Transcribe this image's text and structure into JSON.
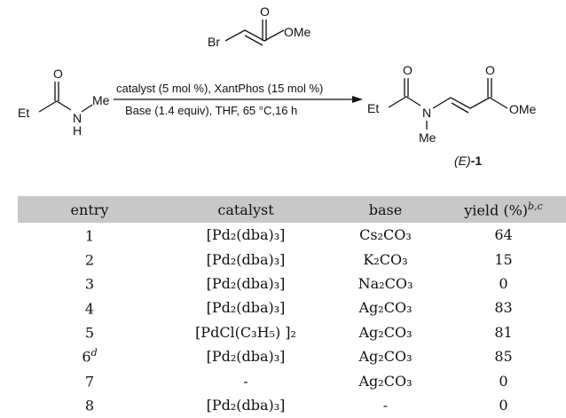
{
  "scheme": {
    "reagent_label": "Br",
    "reagent_ester_label": "OMe",
    "condition_line1": "catalyst (5 mol %), XantPhos (15 mol %)",
    "condition_line2": "Base (1.4 equiv), THF, 65 °C,16 h",
    "amide_left_label": "Et",
    "amide_n_label": "N",
    "amide_h_label": "H",
    "amide_me_label": "Me",
    "oxygen_label": "O",
    "product_left_label": "Et",
    "product_n_label": "N",
    "product_me_label": "Me",
    "product_ester_label": "OMe",
    "product_isomer": "(E)",
    "product_number": "-1"
  },
  "table": {
    "headers": {
      "entry": "entry",
      "catalyst": "catalyst",
      "base": "base",
      "yield_base": "yield (%)",
      "yield_sup": "b,c"
    },
    "rows": [
      {
        "entry": "1",
        "entry_sup": "",
        "catalyst": "[Pd₂(dba)₃]",
        "base": "Cs₂CO₃",
        "yield": "64"
      },
      {
        "entry": "2",
        "entry_sup": "",
        "catalyst": "[Pd₂(dba)₃]",
        "base": "K₂CO₃",
        "yield": "15"
      },
      {
        "entry": "3",
        "entry_sup": "",
        "catalyst": "[Pd₂(dba)₃]",
        "base": "Na₂CO₃",
        "yield": "0"
      },
      {
        "entry": "4",
        "entry_sup": "",
        "catalyst": "[Pd₂(dba)₃]",
        "base": "Ag₂CO₃",
        "yield": "83"
      },
      {
        "entry": "5",
        "entry_sup": "",
        "catalyst": "[PdCl(C₃H₅) ]₂",
        "base": "Ag₂CO₃",
        "yield": "81"
      },
      {
        "entry": "6",
        "entry_sup": "d",
        "catalyst": "[Pd₂(dba)₃]",
        "base": "Ag₂CO₃",
        "yield": "85"
      },
      {
        "entry": "7",
        "entry_sup": "",
        "catalyst": "-",
        "base": "Ag₂CO₃",
        "yield": "0"
      },
      {
        "entry": "8",
        "entry_sup": "",
        "catalyst": "[Pd₂(dba)₃]",
        "base": "-",
        "yield": "0"
      }
    ]
  }
}
